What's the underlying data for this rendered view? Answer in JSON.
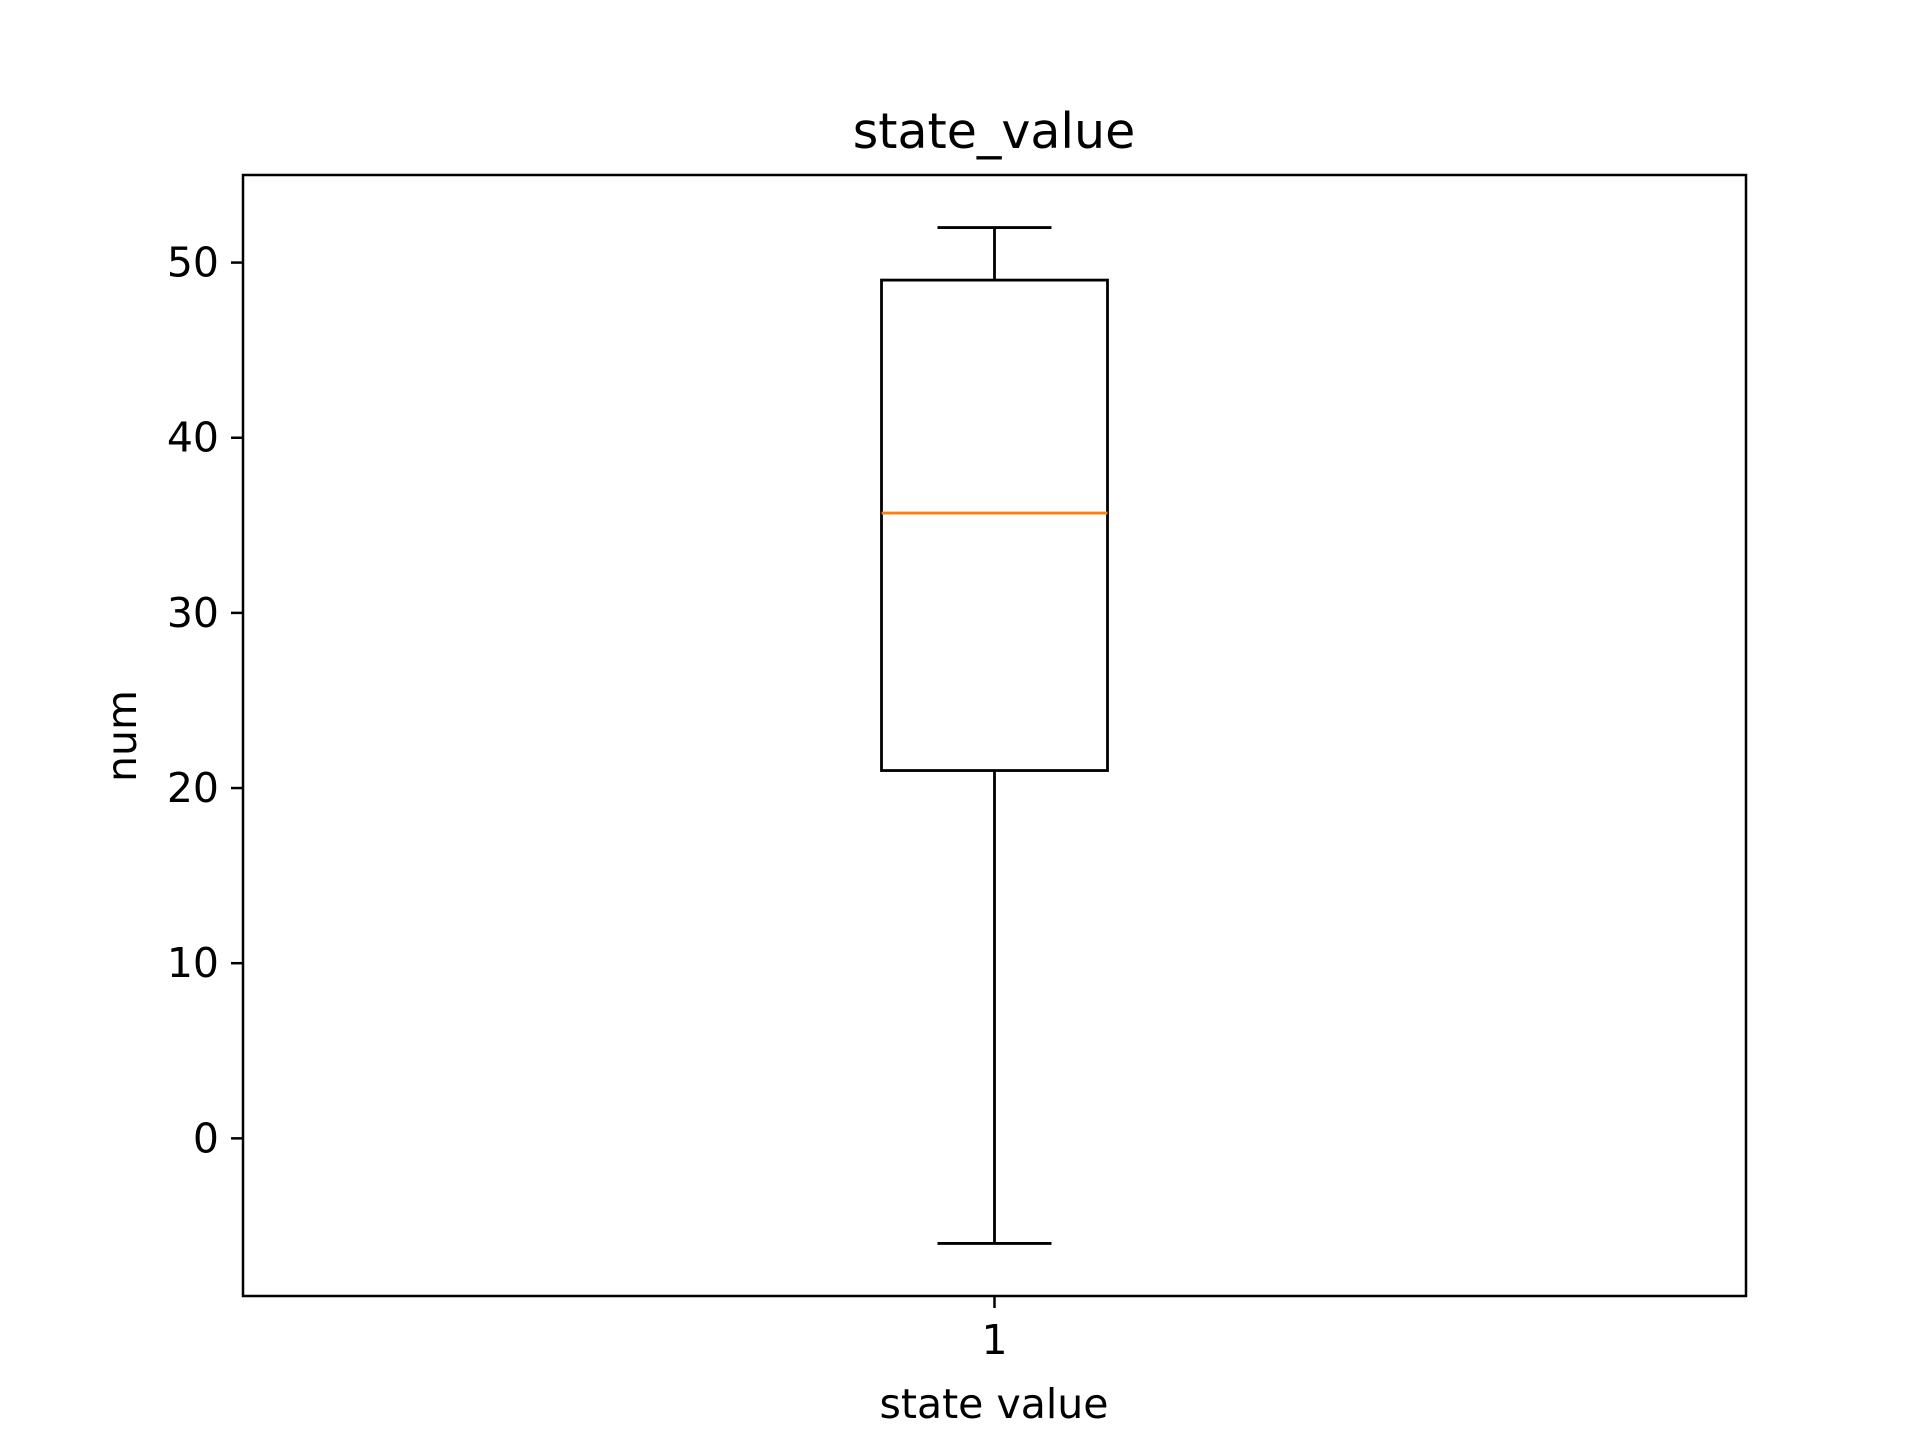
{
  "chart_data": {
    "type": "box",
    "title": "state_value",
    "xlabel": "state value",
    "ylabel": "num",
    "categories": [
      "1"
    ],
    "boxes": [
      {
        "category": "1",
        "whisker_low": -6,
        "q1": 21,
        "median": 35.7,
        "q3": 49,
        "whisker_high": 52
      }
    ],
    "ylim": [
      -9,
      55
    ],
    "yticks": [
      0,
      10,
      20,
      30,
      40,
      50
    ],
    "ytick_labels": [
      "0",
      "10",
      "20",
      "30",
      "40",
      "50"
    ],
    "grid": false,
    "colors": {
      "box": "#000000",
      "median": "#ff7f0e",
      "background": "#ffffff"
    }
  }
}
